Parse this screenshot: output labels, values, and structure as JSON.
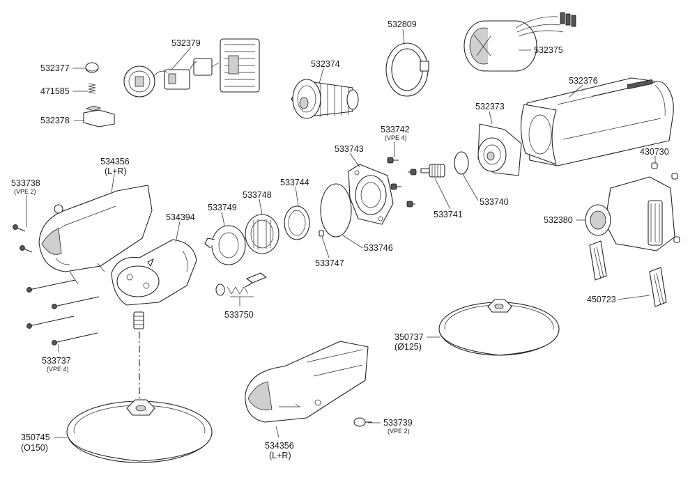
{
  "parts": [
    {
      "id": "p532377",
      "number": "532377"
    },
    {
      "id": "p471585",
      "number": "471585"
    },
    {
      "id": "p532378",
      "number": "532378"
    },
    {
      "id": "p532379",
      "number": "532379"
    },
    {
      "id": "p532374",
      "number": "532374"
    },
    {
      "id": "p532809",
      "number": "532809"
    },
    {
      "id": "p532375",
      "number": "532375"
    },
    {
      "id": "p532376",
      "number": "532376"
    },
    {
      "id": "p532373",
      "number": "532373"
    },
    {
      "id": "p533742",
      "number": "533742",
      "note": "(VPE 4)"
    },
    {
      "id": "p533743",
      "number": "533743"
    },
    {
      "id": "p430730",
      "number": "430730"
    },
    {
      "id": "p533738",
      "number": "533738",
      "note": "(VPE 2)"
    },
    {
      "id": "p534356a",
      "number": "534356",
      "note": "(L+R)"
    },
    {
      "id": "p533744",
      "number": "533744"
    },
    {
      "id": "p533748",
      "number": "533748"
    },
    {
      "id": "p533749",
      "number": "533749"
    },
    {
      "id": "p534394",
      "number": "534394"
    },
    {
      "id": "p533741",
      "number": "533741"
    },
    {
      "id": "p533740",
      "number": "533740"
    },
    {
      "id": "p532380",
      "number": "532380"
    },
    {
      "id": "p533746",
      "number": "533746"
    },
    {
      "id": "p533747",
      "number": "533747"
    },
    {
      "id": "p450723",
      "number": "450723"
    },
    {
      "id": "p533750",
      "number": "533750"
    },
    {
      "id": "p350737",
      "number": "350737",
      "note": "(Ø125)"
    },
    {
      "id": "p533737",
      "number": "533737",
      "note": "(VPE 4)"
    },
    {
      "id": "p533739",
      "number": "533739",
      "note": "(VPE 2)"
    },
    {
      "id": "p350745",
      "number": "350745",
      "note": "(O150)"
    },
    {
      "id": "p534356b",
      "number": "534356",
      "note": "(L+R)"
    }
  ]
}
